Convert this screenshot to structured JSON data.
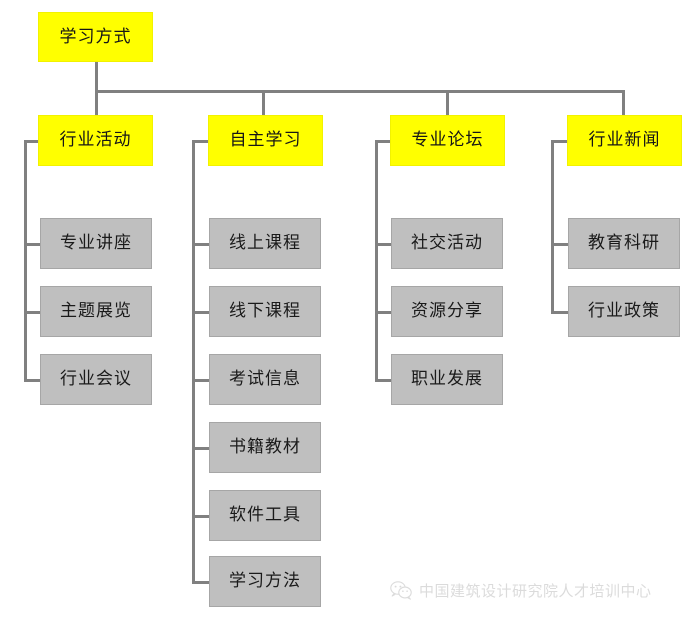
{
  "diagram": {
    "title": "学习方式",
    "colors": {
      "root_fill": "#FFFF00",
      "branch_fill": "#FFFF00",
      "leaf_fill": "#BFBFBF",
      "connector": "#808080",
      "background": "#FFFFFF",
      "text": "#161616"
    },
    "root": {
      "label": "学习方式"
    },
    "branches": [
      {
        "label": "行业活动",
        "children": [
          {
            "label": "专业讲座"
          },
          {
            "label": "主题展览"
          },
          {
            "label": "行业会议"
          }
        ]
      },
      {
        "label": "自主学习",
        "children": [
          {
            "label": "线上课程"
          },
          {
            "label": "线下课程"
          },
          {
            "label": "考试信息"
          },
          {
            "label": "书籍教材"
          },
          {
            "label": "软件工具"
          },
          {
            "label": "学习方法"
          }
        ]
      },
      {
        "label": "专业论坛",
        "children": [
          {
            "label": "社交活动"
          },
          {
            "label": "资源分享"
          },
          {
            "label": "职业发展"
          }
        ]
      },
      {
        "label": "行业新闻",
        "children": [
          {
            "label": "教育科研"
          },
          {
            "label": "行业政策"
          }
        ]
      }
    ]
  },
  "watermark": {
    "text": "中国建筑设计研究院人才培训中心",
    "icon": "wechat-icon"
  }
}
